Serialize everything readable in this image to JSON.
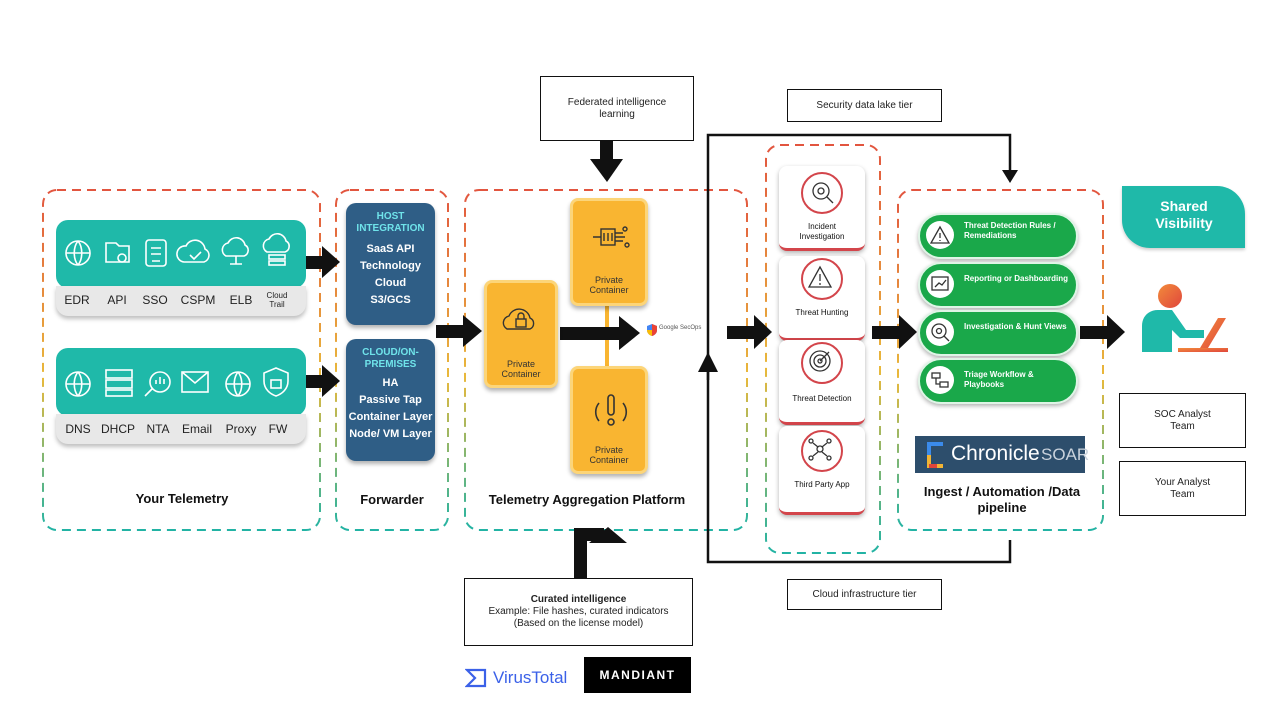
{
  "telemetry": {
    "title": "Your Telemetry",
    "row1": [
      "EDR",
      "API",
      "SSO",
      "CSPM",
      "ELB"
    ],
    "row1_small": "Cloud Trail",
    "row2": [
      "DNS",
      "DHCP",
      "NTA",
      "Email",
      "Proxy",
      "FW"
    ]
  },
  "forwarder": {
    "title": "Forwarder",
    "host_header": "HOST INTEGRATION",
    "host_items": [
      "SaaS API",
      "Technology",
      "Cloud",
      "S3/GCS"
    ],
    "cloud_header": "CLOUD/ON-PREMISES",
    "cloud_items": [
      "HA",
      "Passive Tap",
      "Container Layer",
      "Node/ VM Layer"
    ]
  },
  "aggregation": {
    "title": "Telemetry Aggregation Platform",
    "containers": [
      "Private Container",
      "Private Container",
      "Private Container"
    ],
    "google_label": "Google SecOps"
  },
  "federated": {
    "text": "Federated intelligence learning"
  },
  "security_lake": {
    "tier_label": "Security data lake tier",
    "cards": [
      "Incident Investigation",
      "Threat Hunting",
      "Threat Detection",
      "Third Party App"
    ]
  },
  "cloud_tier": {
    "label": "Cloud infrastructure tier"
  },
  "pipeline": {
    "title": "Ingest / Automation /Data pipeline",
    "pills": [
      "Threat Detection Rules / Remediations",
      "Reporting or Dashboarding",
      "Investigation & Hunt Views",
      "Triage Workflow & Playbooks"
    ],
    "chronicle_main": "Chronicle",
    "chronicle_soar": "SOAR"
  },
  "shared": {
    "text": "Shared Visibility"
  },
  "teams": [
    "SOC Analyst Team",
    "Your Analyst Team"
  ],
  "curated": {
    "title": "Curated intelligence",
    "line1": "Example: File hashes, curated indicators",
    "line2": "(Based on the license model)"
  },
  "logos": {
    "virustotal": "VirusTotal",
    "mandiant": "MANDIANT"
  },
  "colors": {
    "teal": "#1fb9a9",
    "navy": "#2f5e86",
    "amber": "#f9b531",
    "red": "#d3454b",
    "green": "#1aa84a",
    "dash_top": "#e2553f",
    "dash_bottom": "#22b3a4"
  }
}
